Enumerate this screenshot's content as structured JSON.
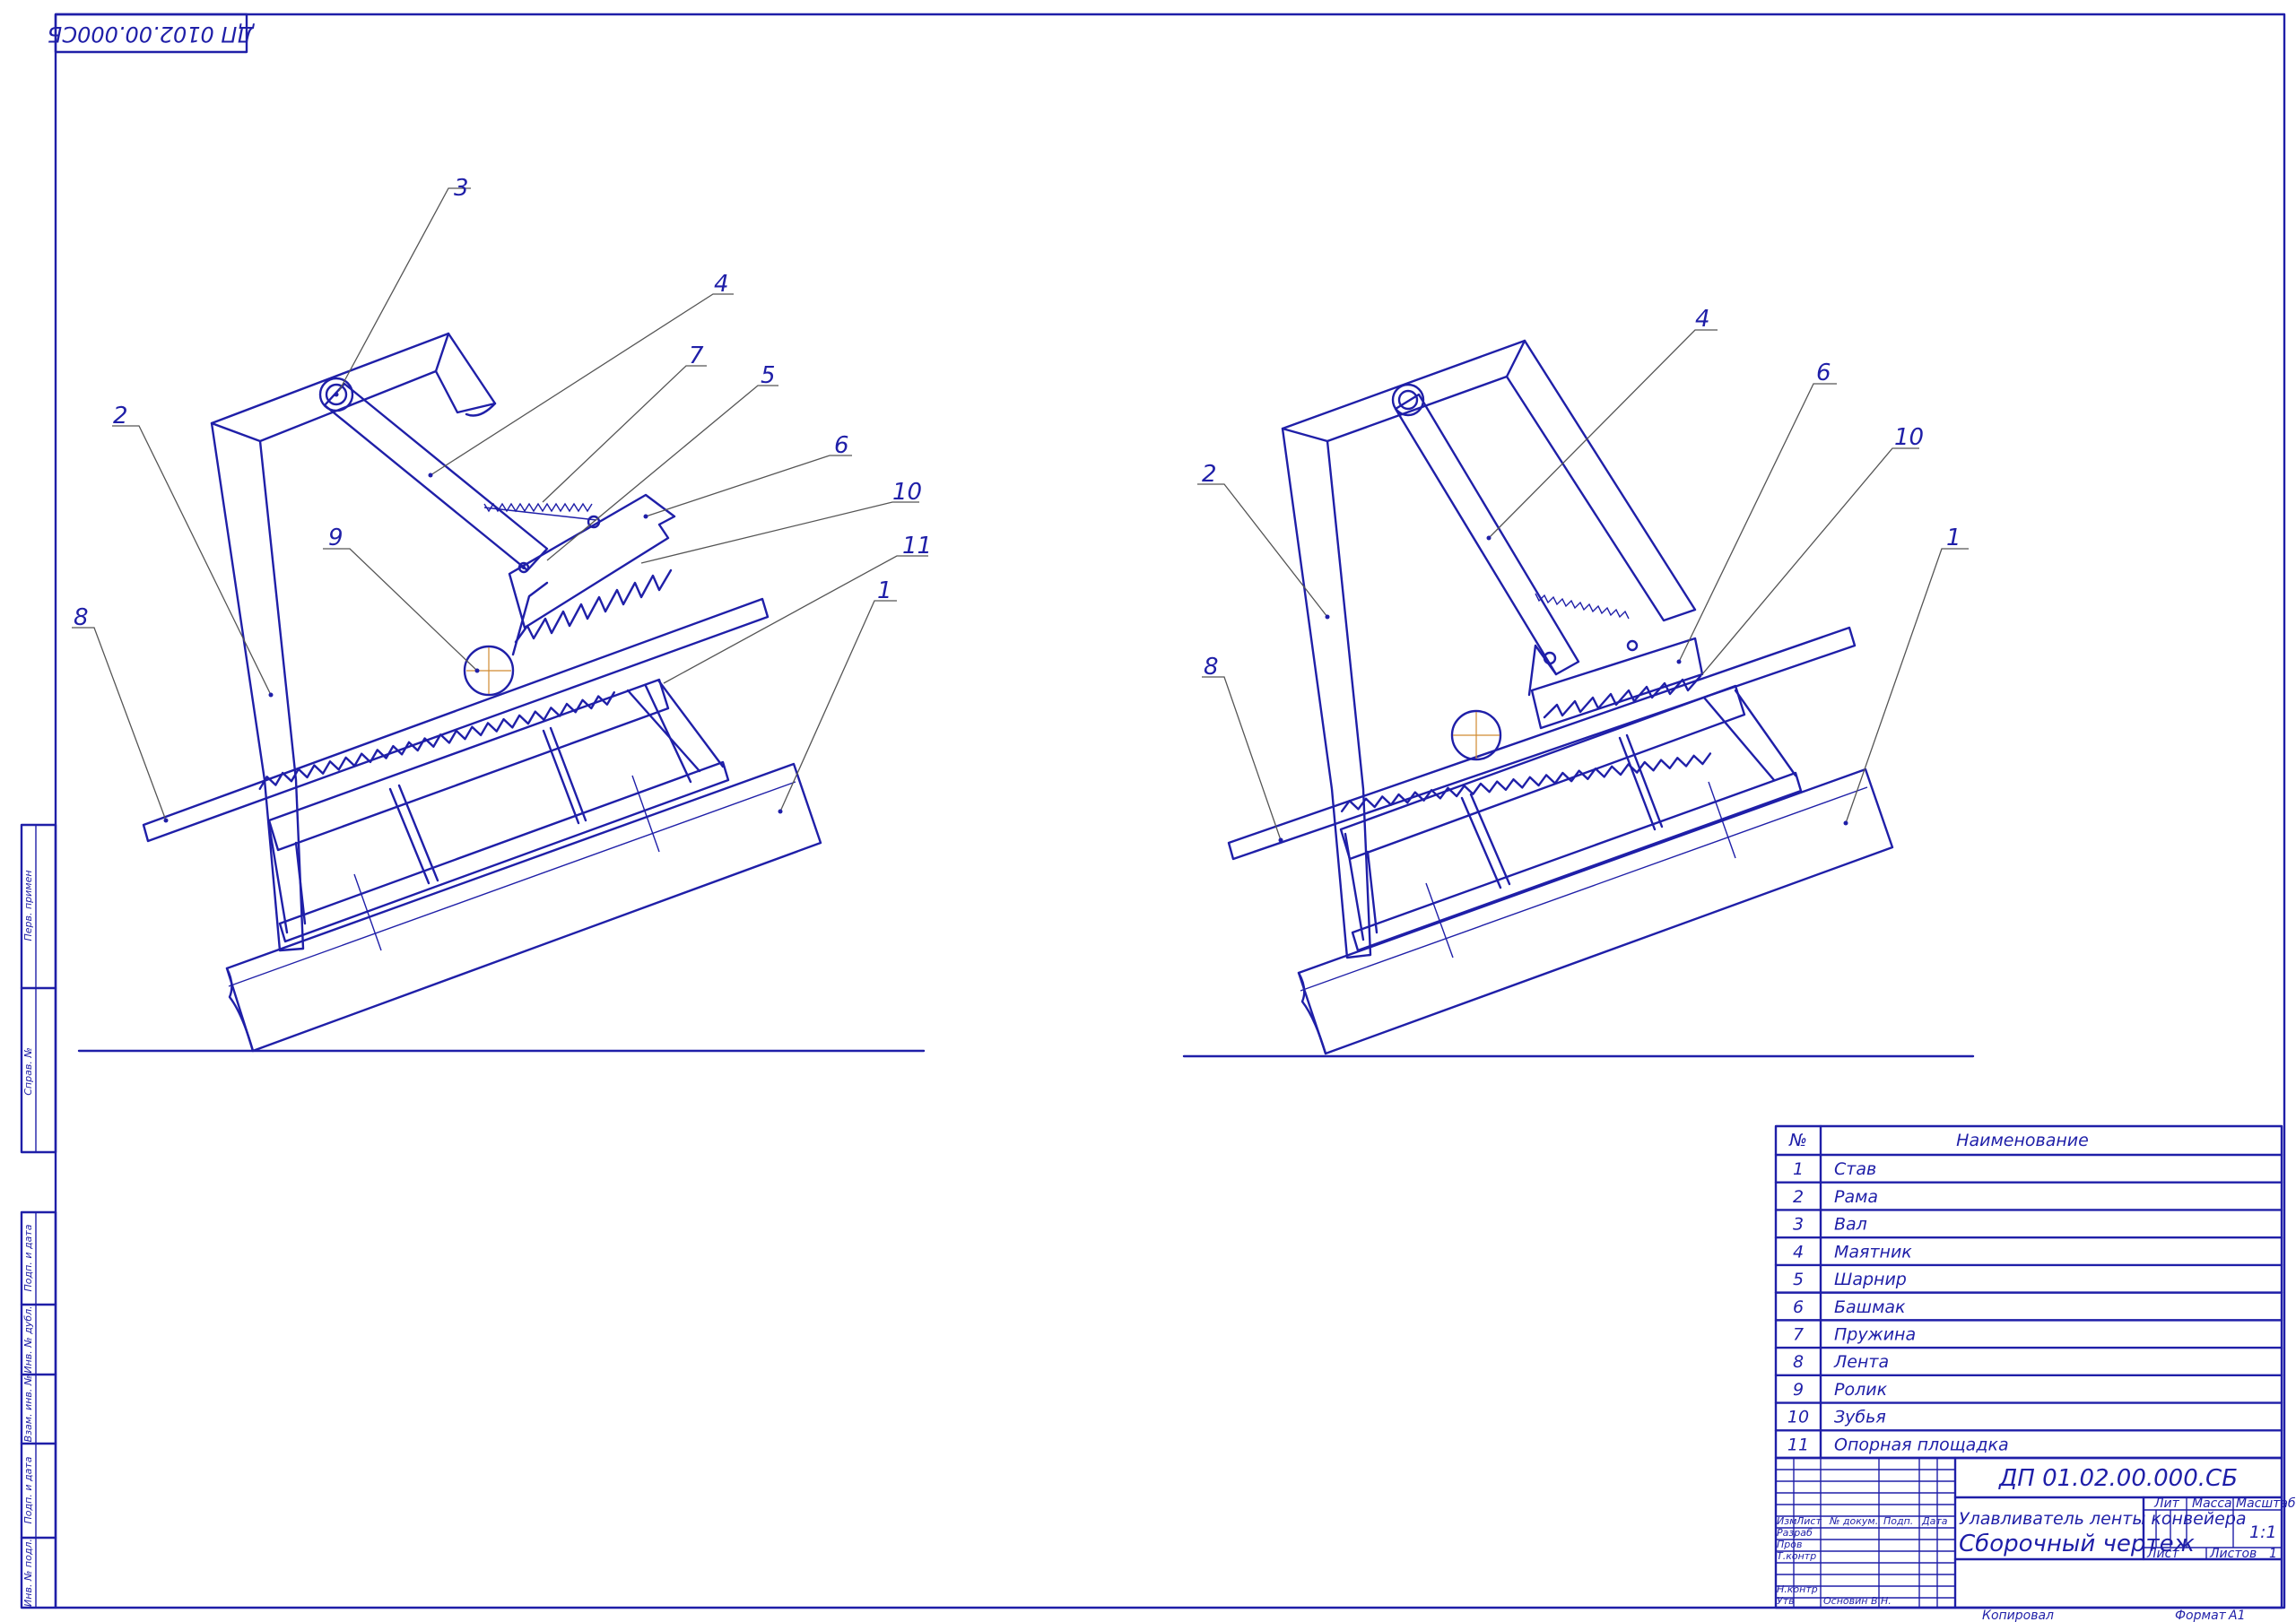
{
  "sheet": {
    "corner_code": "ДП 0102.00.000СБ",
    "side_stamp": [
      "Перв. примен",
      "Справ. №",
      "Подп. и дата",
      "Инв. № дубл.",
      "Взам. инв. №",
      "Подп. и дата",
      "Инв. № подл."
    ]
  },
  "views": {
    "left_labels": [
      "3",
      "4",
      "7",
      "5",
      "6",
      "10",
      "11",
      "1",
      "2",
      "8",
      "9"
    ],
    "right_labels": [
      "4",
      "6",
      "10",
      "1",
      "2",
      "8"
    ]
  },
  "parts_table": {
    "header_no": "№",
    "header_name": "Наименование",
    "rows": [
      {
        "no": "1",
        "name": "Став"
      },
      {
        "no": "2",
        "name": "Рама"
      },
      {
        "no": "3",
        "name": "Вал"
      },
      {
        "no": "4",
        "name": "Маятник"
      },
      {
        "no": "5",
        "name": "Шарнир"
      },
      {
        "no": "6",
        "name": "Башмак"
      },
      {
        "no": "7",
        "name": "Пружина"
      },
      {
        "no": "8",
        "name": "Лента"
      },
      {
        "no": "9",
        "name": "Ролик"
      },
      {
        "no": "10",
        "name": "Зубья"
      },
      {
        "no": "11",
        "name": "Опорная площадка"
      }
    ]
  },
  "title_block": {
    "doc_code": "ДП 01.02.00.000.СБ",
    "title_line1": "Улавливатель ленты конвейера",
    "title_line2": "Сборочный чертеж",
    "col_izm": "Изм",
    "col_list": "Лист",
    "col_docnum": "№ докум.",
    "col_podp": "Подп.",
    "col_data": "Дата",
    "role_razrab": "Разраб",
    "role_prov": "Пров",
    "role_tkontr": "Т.контр",
    "role_nkontr": "Н.контр",
    "role_utv": "Утв",
    "approver": "Основин В.Н.",
    "lit": "Лит",
    "massa": "Масса",
    "masshtab": "Масштаб",
    "scale_value": "1:1",
    "list_lbl": "Лист",
    "listov_lbl": "Листов",
    "listov_value": "1",
    "kopiroval": "Копировал",
    "format_lbl": "Формат",
    "format_value": "А1"
  }
}
